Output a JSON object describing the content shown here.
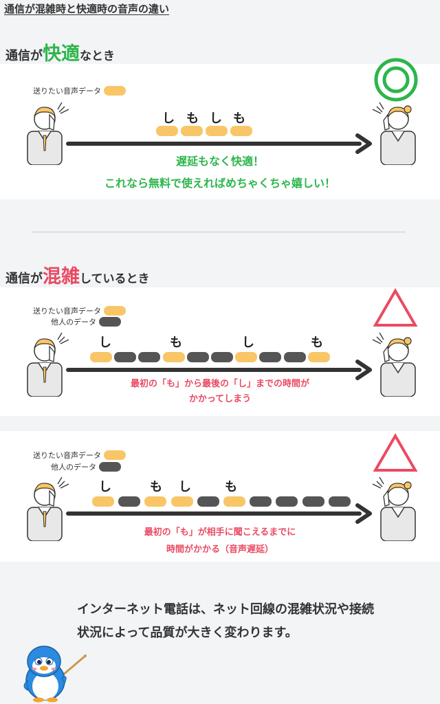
{
  "page_title": "通信が混雑時と快適時の音声の違い",
  "section_comfortable": {
    "heading_prefix": "通信が",
    "heading_emphasis": "快適",
    "heading_suffix": "なとき",
    "legend_sent": "送りたい音声データ",
    "syllables": [
      "し",
      "も",
      "し",
      "も"
    ],
    "message_line1": "遅延もなく快適！",
    "message_line2": "これなら無料で使えればめちゃくちゃ嬉しい！",
    "status_symbol": "circle"
  },
  "section_congested": {
    "heading_prefix": "通信が",
    "heading_emphasis": "混雑",
    "heading_suffix": "しているとき",
    "diagram1": {
      "legend_sent": "送りたい音声データ",
      "legend_other": "他人のデータ",
      "syllables": [
        "し",
        "も",
        "し",
        "も"
      ],
      "packets": [
        "y",
        "g",
        "g",
        "y",
        "g",
        "g",
        "y",
        "g",
        "g",
        "y"
      ],
      "message_line1": "最初の「も」から最後の「し」までの時間が",
      "message_line2": "かかってしまう",
      "status_symbol": "triangle"
    },
    "diagram2": {
      "legend_sent": "送りたい音声データ",
      "legend_other": "他人のデータ",
      "syllables": [
        "し",
        "も",
        "し",
        "も"
      ],
      "packets": [
        "y",
        "g",
        "y",
        "y",
        "g",
        "y",
        "g",
        "g",
        "g",
        "g"
      ],
      "message_line1": "最初の「も」が相手に聞こえるまでに",
      "message_line2": "時間がかかる（音声遅延）",
      "status_symbol": "triangle"
    }
  },
  "footer": {
    "line1": "インターネット電話は、ネット回線の混雑状況や接続",
    "line2": "状況によって品質が大きく変わります。"
  },
  "colors": {
    "comfortable": "#2db54b",
    "congested": "#ea4a62",
    "voice_packet": "#f9c667",
    "other_packet": "#555555"
  }
}
